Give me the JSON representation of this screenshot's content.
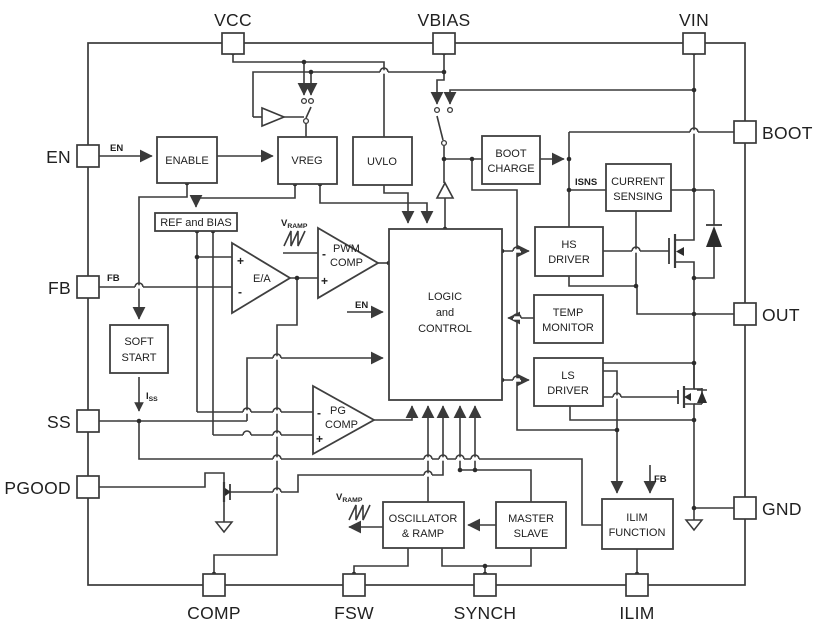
{
  "colors": {
    "line": "#3a3a3a",
    "block_stroke": "#3f3f3f",
    "fill": "#ffffff",
    "text": "#212121"
  },
  "pins": {
    "vcc": "VCC",
    "vbias": "VBIAS",
    "vin": "VIN",
    "en": "EN",
    "fb": "FB",
    "ss": "SS",
    "pgood": "PGOOD",
    "boot": "BOOT",
    "out": "OUT",
    "gnd": "GND",
    "comp": "COMP",
    "fsw": "FSW",
    "synch": "SYNCH",
    "ilim": "ILIM"
  },
  "blocks": {
    "enable": "ENABLE",
    "vreg": "VREG",
    "uvlo": "UVLO",
    "boot_charge_l1": "BOOT",
    "boot_charge_l2": "CHARGE",
    "current_sensing_l1": "CURRENT",
    "current_sensing_l2": "SENSING",
    "ref_bias": "REF and BIAS",
    "soft_start_l1": "SOFT",
    "soft_start_l2": "START",
    "logic_l1": "LOGIC",
    "logic_l2": "and",
    "logic_l3": "CONTROL",
    "hs_driver_l1": "HS",
    "hs_driver_l2": "DRIVER",
    "temp_monitor_l1": "TEMP",
    "temp_monitor_l2": "MONITOR",
    "ls_driver_l1": "LS",
    "ls_driver_l2": "DRIVER",
    "oscillator_l1": "OSCILLATOR",
    "oscillator_l2": "& RAMP",
    "master_slave_l1": "MASTER",
    "master_slave_l2": "SLAVE",
    "ilim_function_l1": "ILIM",
    "ilim_function_l2": "FUNCTION"
  },
  "amps": {
    "ea": "E/A",
    "pwm_l1": "PWM",
    "pwm_l2": "COMP",
    "pg_l1": "PG",
    "pg_l2": "COMP",
    "ea_plus": "+",
    "ea_minus": "-",
    "pwm_minus": "-",
    "pwm_plus": "+",
    "pg_minus": "-",
    "pg_plus": "+"
  },
  "signals": {
    "en_wire": "EN",
    "en_logic": "EN",
    "fb_wire": "FB",
    "fb_ilim": "FB",
    "iss_main": "I",
    "iss_sub": "SS",
    "isns": "ISNS",
    "vramp1_main": "V",
    "vramp1_sub": "RAMP",
    "vramp2_main": "V",
    "vramp2_sub": "RAMP"
  }
}
